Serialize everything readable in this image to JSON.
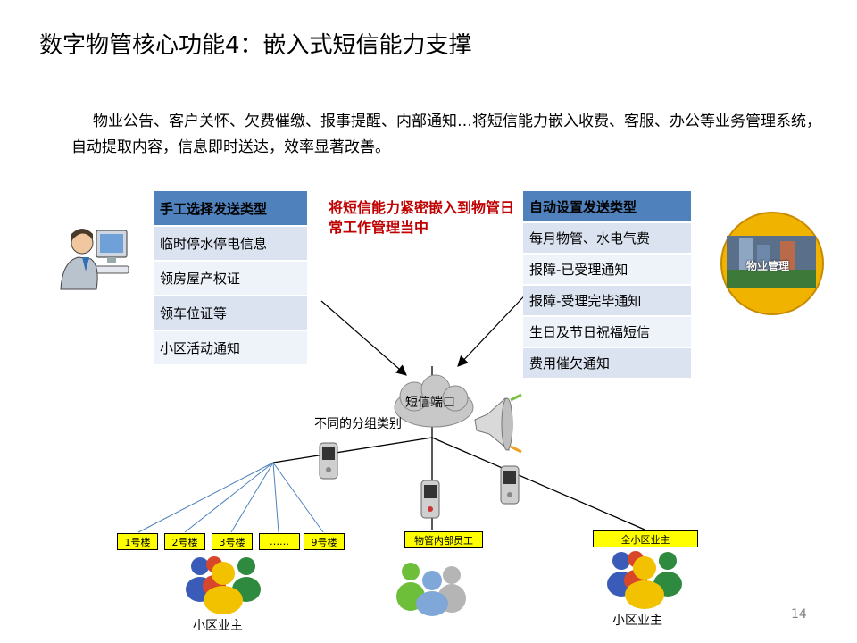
{
  "title": "数字物管核心功能4：嵌入式短信能力支撑",
  "intro": "物业公告、客户关怀、欠费催缴、报事提醒、内部通知…将短信能力嵌入收费、客服、办公等业务管理系统，自动提取内容，信息即时送达，效率显著改善。",
  "manual": {
    "header": "手工选择发送类型",
    "items": [
      "临时停水停电信息",
      "领房屋产权证",
      "领车位证等",
      "小区活动通知"
    ]
  },
  "auto": {
    "header": "自动设置发送类型",
    "items": [
      "每月物管、水电气费",
      "报障-已受理通知",
      "报障-受理完毕通知",
      "生日及节日祝福短信",
      "费用催欠通知"
    ]
  },
  "red_note": "将短信能力紧密嵌入到物管日常工作管理当中",
  "sms_port": "短信端口",
  "group_label": "不同的分组类别",
  "buildings": [
    "1号楼",
    "2号楼",
    "3号楼",
    "……",
    "9号楼"
  ],
  "staff_label": "物管内部员工",
  "all_owners_label": "全小区业主",
  "owners_left": "小区业主",
  "owners_right": "小区业主",
  "mgmt_label": "物业管理",
  "page_number": "14",
  "colors": {
    "table_header": "#4f81bd",
    "table_row": "#dbe3f1",
    "table_row_alt": "#eef2f9",
    "red_text": "#c00000",
    "label_fill": "#ffff00",
    "line_blue": "#4f81bd",
    "circle_gold": "#f0b400"
  },
  "icons": [
    "person-at-computer-icon",
    "cloud-icon",
    "loudspeaker-icon",
    "mobile-phone-icon",
    "people-group-icon",
    "property-management-badge-icon"
  ]
}
